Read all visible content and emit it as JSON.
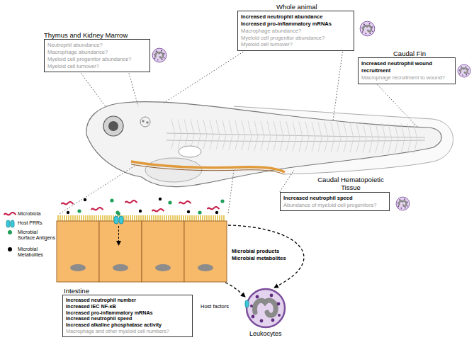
{
  "diagram": {
    "nodes": [
      {
        "text": [
          "Whole animal",
          "Increased neutrophil abundance",
          "Increased pro-inflammatory mRNAs",
          "Macrophage abundance?",
          "Myeloid cell progenitor abundance?",
          "Myeloid cell turnover?"
        ]
      },
      {
        "text": [
          "Thymus and Kidney Marrow",
          "Neutrophil abundance?",
          "Macrophage abundance?",
          "Myeloid cell progenitor abundance?",
          "Myeloid cell turnover?"
        ]
      },
      {
        "text": [
          "Caudal Fin",
          "Increased neutrophil wound recruitment",
          "Macrophage recruitment to wound?"
        ]
      },
      {
        "text": [
          "Caudal Hematopoietic Tissue",
          "Increased neutrophil speed",
          "Abundance of myeloid cell progenitors?"
        ]
      },
      {
        "text": [
          "Intestine",
          "Increased neutrophil number",
          "Increased IEC NF-κB",
          "Increased pro-inflammatory mRNAs",
          "Increased neutrophil speed",
          "Increased alkaline phosphatase activity",
          "Macrophage and other myeloid cell numbers?"
        ]
      }
    ],
    "labels": [
      "Microbial products",
      "Microbial metabolites",
      "Host factors",
      "Leukocytes"
    ],
    "legend": [
      {
        "text": "Microbiota"
      },
      {
        "text": "Host PRRs"
      },
      {
        "text": "Microbial Surface Antigens",
        "color": "#1f9e57"
      },
      {
        "text": "Microbial Metabolites",
        "color": "#000000"
      }
    ]
  }
}
